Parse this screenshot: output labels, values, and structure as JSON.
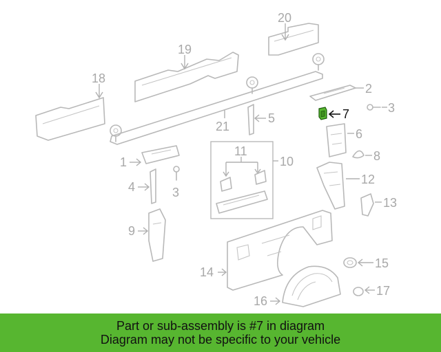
{
  "diagram": {
    "callouts": {
      "c1": "1",
      "c2": "2",
      "c3a": "3",
      "c3b": "3",
      "c4": "4",
      "c5": "5",
      "c6": "6",
      "c7": "7",
      "c8": "8",
      "c9": "9",
      "c10": "10",
      "c11": "11",
      "c12": "12",
      "c13": "13",
      "c14": "14",
      "c15": "15",
      "c16": "16",
      "c17": "17",
      "c18": "18",
      "c19": "19",
      "c20": "20",
      "c21": "21"
    },
    "highlight_color": "#57b630"
  },
  "banner": {
    "line1": "Part or sub-assembly is #7 in diagram",
    "line2": "Diagram may not be specific to your vehicle",
    "background": "#57b630"
  }
}
